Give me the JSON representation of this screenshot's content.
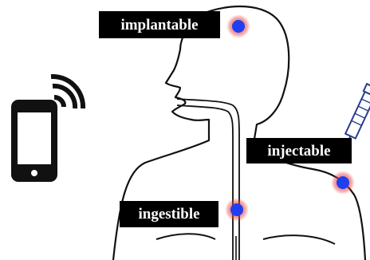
{
  "labels": {
    "implantable": "implantable",
    "injectable": "injectable",
    "ingestible": "ingestible"
  },
  "icons": {
    "phone": "smartphone-icon",
    "wireless": "wireless-signal-icon",
    "syringe": "syringe-icon"
  },
  "colors": {
    "label_background": "#000000",
    "label_text": "#ffffff",
    "marker_fill": "#1f3ff0",
    "marker_glow": "#e53935",
    "outline": "#111111"
  }
}
